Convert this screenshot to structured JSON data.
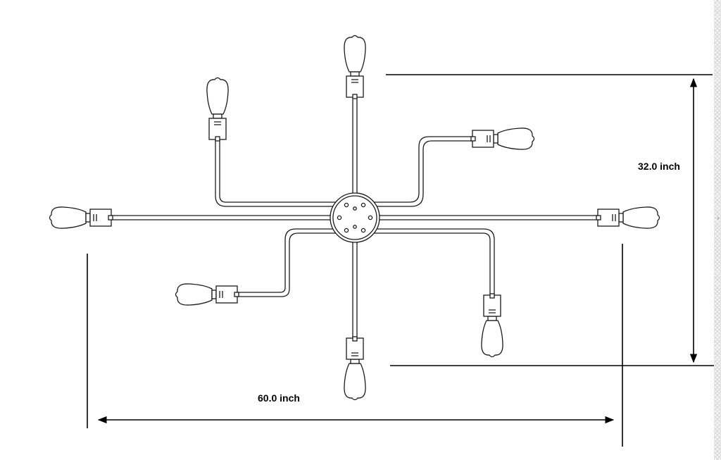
{
  "dimensions": {
    "height_label": "32.0 inch",
    "width_label": "60.0 inch"
  },
  "fixture": {
    "arm_count": 8
  },
  "colors": {
    "line": "#1a1a1a",
    "dimension_line": "#000000",
    "background": "#ffffff"
  },
  "edge_mark": "º"
}
